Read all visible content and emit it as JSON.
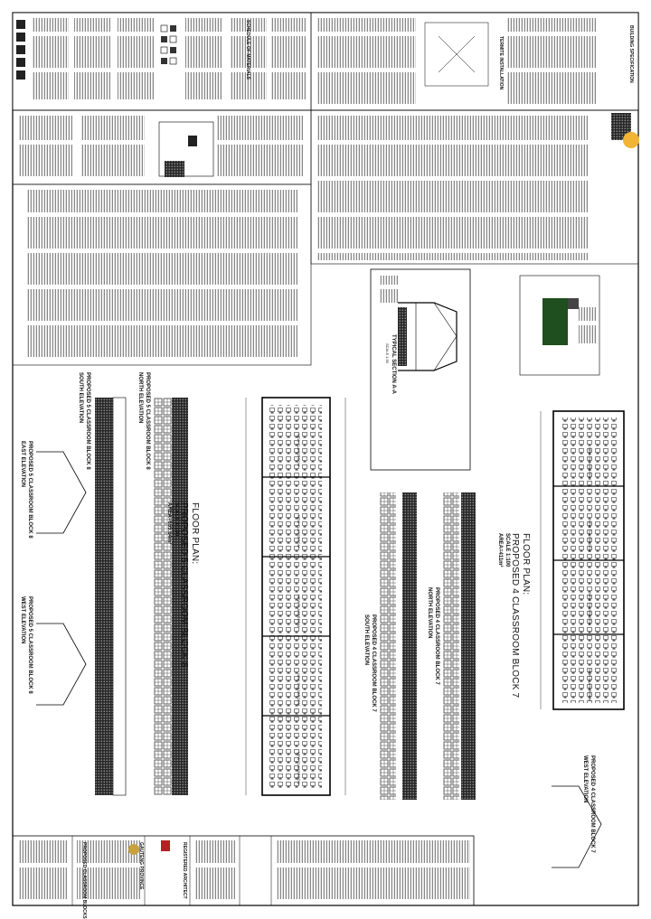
{
  "drawing": {
    "block8_plan_title": "FLOOR PLAN:",
    "block8_plan_name": "PROPOSED 5 CLASSROOM BLOCK 8",
    "block8_plan_scale": "SCALE 1:100",
    "block8_plan_area": "AREA=655.64m²",
    "block7_plan_title": "FLOOR PLAN:",
    "block7_plan_name": "PROPOSED 4 CLASSROOM BLOCK 7",
    "block7_plan_scale": "SCALE 1:100",
    "block7_plan_area": "AREA=411m²",
    "b8_north": "PROPOSED 5 CLASSROOM BLOCK 8",
    "b8_north_sub": "NORTH ELEVATION",
    "b8_south": "PROPOSED 5 CLASSROOM BLOCK 8",
    "b8_south_sub": "SOUTH ELEVATION",
    "b8_east": "PROPOSED 5 CLASSROOM BLOCK 8",
    "b8_east_sub": "EAST ELEVATION",
    "b8_west": "PROPOSED 5 CLASSROOM BLOCK 8",
    "b8_west_sub": "WEST ELEVATION",
    "b7_north": "PROPOSED 4 CLASSROOM BLOCK 7",
    "b7_north_sub": "NORTH ELEVATION",
    "b7_south": "PROPOSED 4 CLASSROOM BLOCK 7",
    "b7_south_sub": "SOUTH ELEVATION",
    "b7_west": "PROPOSED 4 CLASSROOM BLOCK 7",
    "b7_west_sub": "WEST ELEVATION",
    "section": "TYPICAL SECTION A-A",
    "scale_1_50": "SCALE 1:50",
    "notes_heading": "BUILDING SPECIFICATION",
    "notes_heading2": "TERMITE INSTALLATION",
    "legend_heading": "SCHEDULE OF MATERIALS",
    "title_block_company": "REGISTERED ARCHITECT",
    "title_block_client": "GAUTENG PROVINCE",
    "title_block_project": "PROPOSED CLASSROOM BLOCKS",
    "classroom_label": "NEW CLASSROOM"
  }
}
